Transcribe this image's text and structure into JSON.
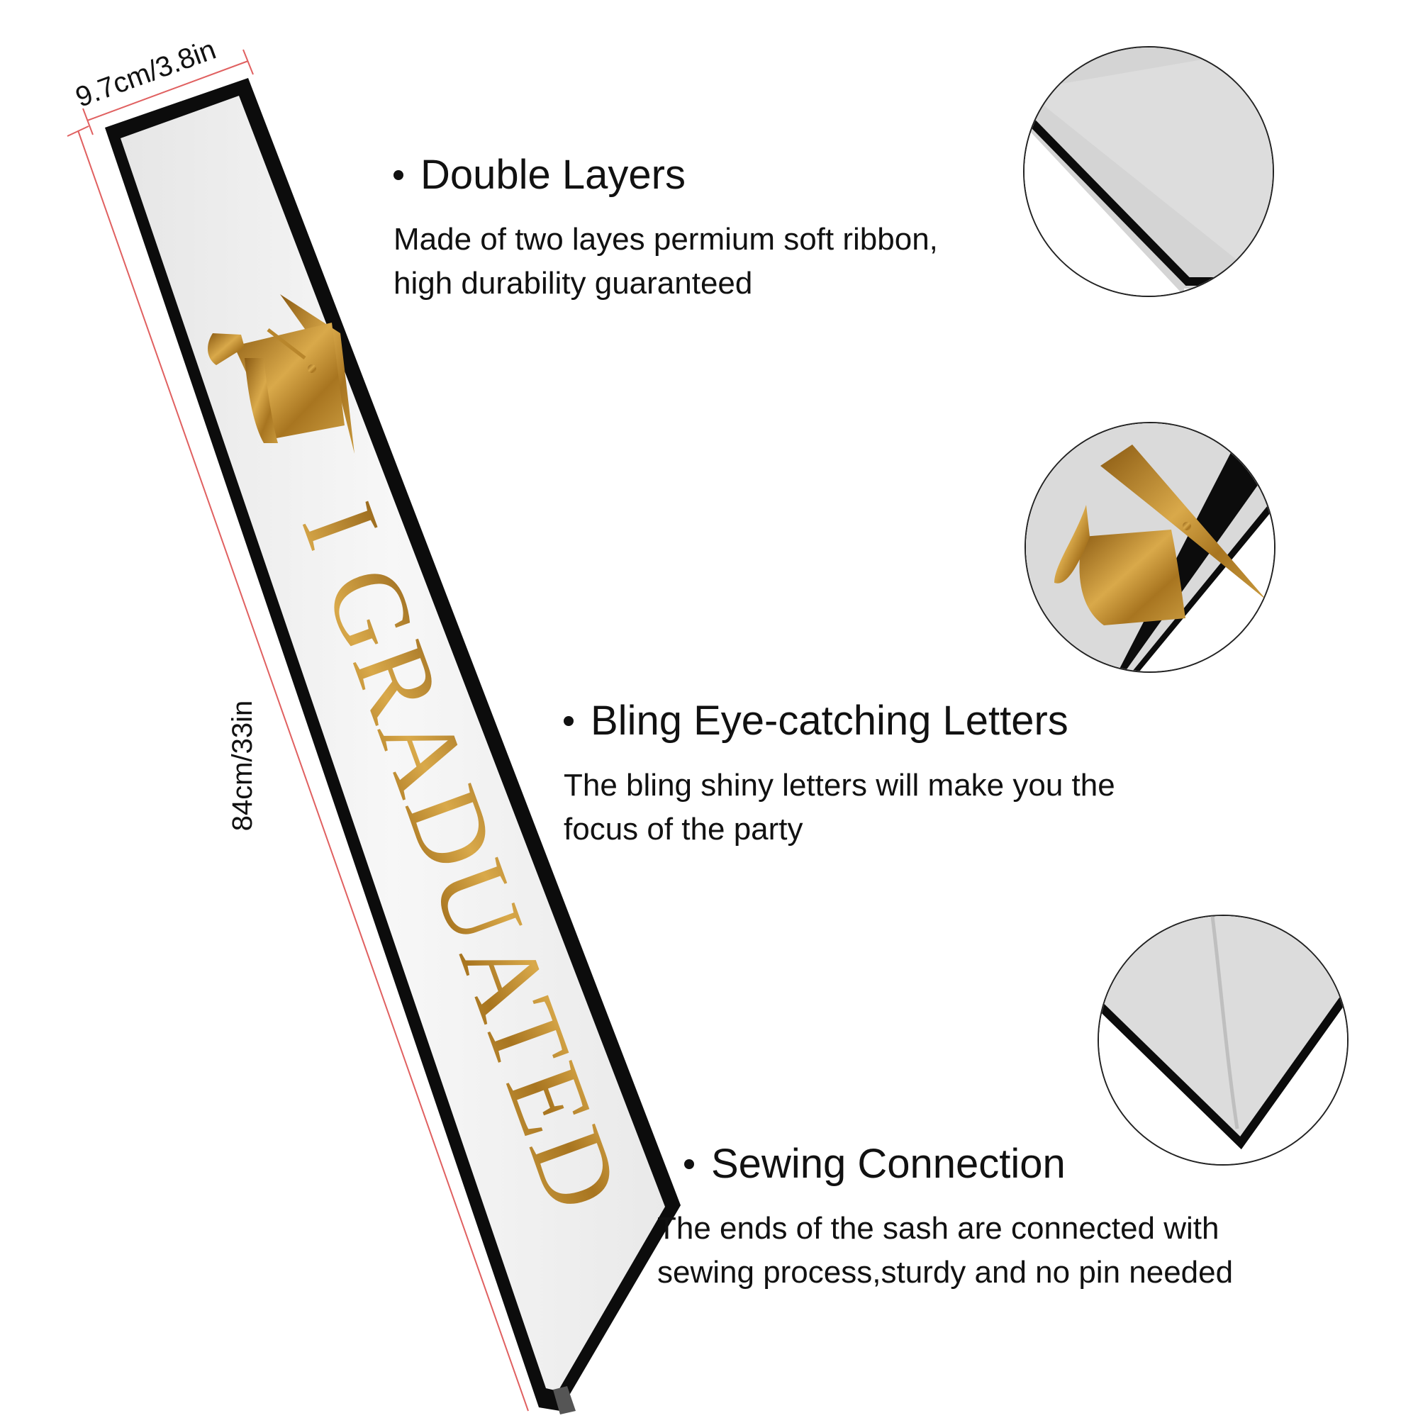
{
  "dimensions": {
    "width_label": "9.7cm/3.8in",
    "length_label": "84cm/33in"
  },
  "sash": {
    "text": "I GRADUATED",
    "icon": "graduation-cap-icon",
    "fabric_color": "#f3f3f3",
    "trim_color": "#0c0c0c",
    "print_color": "#b8862c"
  },
  "features": [
    {
      "title": "Double Layers",
      "lines": [
        "Made of two layes permium soft ribbon,",
        "high durability guaranteed"
      ],
      "detail": "ribbon-corner-detail"
    },
    {
      "title": "Bling Eye-catching Letters",
      "lines": [
        "The bling shiny letters will make you the",
        "focus of the party"
      ],
      "detail": "gold-cap-detail"
    },
    {
      "title": "Sewing Connection",
      "lines": [
        "The ends of the sash are connected with",
        "sewing process,sturdy and no pin needed"
      ],
      "detail": "sewn-end-detail"
    }
  ],
  "colors": {
    "dimension_line": "#e06060",
    "text": "#111111"
  }
}
